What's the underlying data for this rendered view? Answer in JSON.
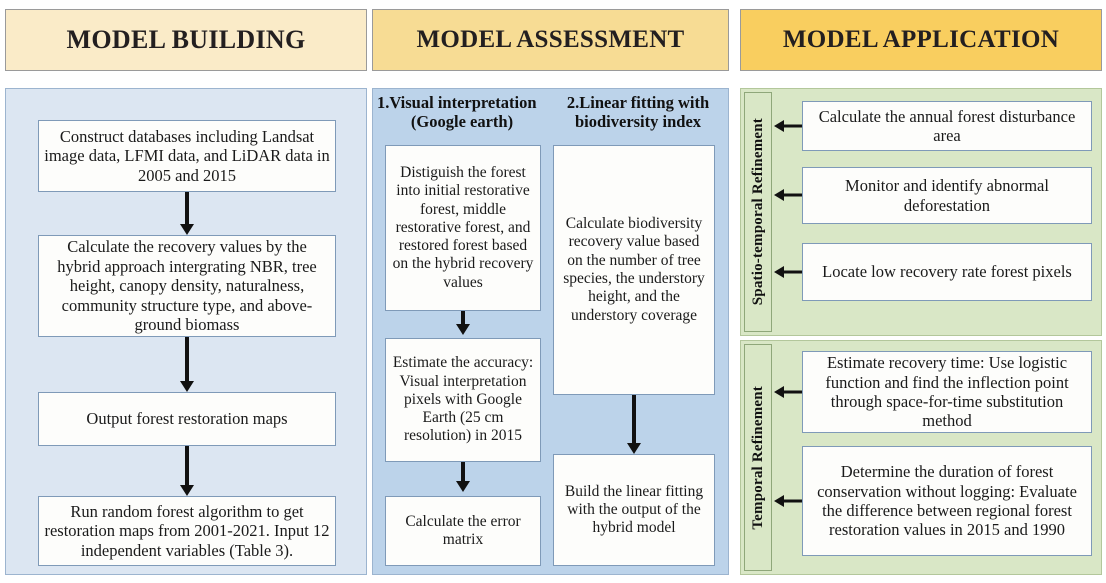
{
  "headers": {
    "building": "MODEL BUILDING",
    "assessment": "MODEL ASSESSMENT",
    "application": "MODEL APPLICATION"
  },
  "colors": {
    "header_building_bg": "#FAEBC8",
    "header_assessment_bg": "#F7DC94",
    "header_application_bg": "#F9CE5F",
    "panel_building_bg": "#DCE6F2",
    "panel_assessment_bg": "#BCD3EA",
    "panel_application_bg": "#D9E7C6",
    "box_bg": "#FDFDFB",
    "box_border": "#7F9AB8",
    "arrow": "#111111"
  },
  "model_building": {
    "steps": [
      "Construct databases including Landsat image data, LFMI data, and LiDAR data in 2005 and 2015",
      "Calculate the recovery values by the hybrid approach intergrating NBR,  tree height, canopy density,  naturalness, community structure type, and above-ground biomass",
      "Output forest restoration maps",
      "Run random forest algorithm to get restoration maps from 2001-2021. Input 12 independent variables (Table 3)."
    ]
  },
  "model_assessment": {
    "branch1": {
      "title_line1": "1.Visual interpretation",
      "title_line2": "(Google earth)",
      "steps": [
        "Distiguish the forest into initial restorative forest, middle restorative forest, and restored forest based on the hybrid recovery values",
        "Estimate the accuracy: Visual interpretation pixels with Google Earth (25 cm resolution) in 2015",
        "Calculate the error matrix"
      ]
    },
    "branch2": {
      "title_line1": "2.Linear fitting with",
      "title_line2": "biodiversity index",
      "steps": [
        "Calculate biodiversity recovery value based on the number of tree species, the understory height, and the understory coverage",
        "Build the linear fitting with the output of the hybrid model"
      ]
    }
  },
  "model_application": {
    "groups": [
      {
        "label": "Spatio-temporal Refinement",
        "items": [
          "Calculate the annual forest disturbance area",
          "Monitor and identify abnormal deforestation",
          "Locate low recovery rate forest pixels"
        ]
      },
      {
        "label": "Temporal Refinement",
        "items": [
          "Estimate recovery time: Use logistic function and find the inflection point through space-for-time substitution method",
          "Determine the duration of forest conservation without logging: Evaluate the difference between regional forest restoration values in 2015 and 1990"
        ]
      }
    ]
  }
}
